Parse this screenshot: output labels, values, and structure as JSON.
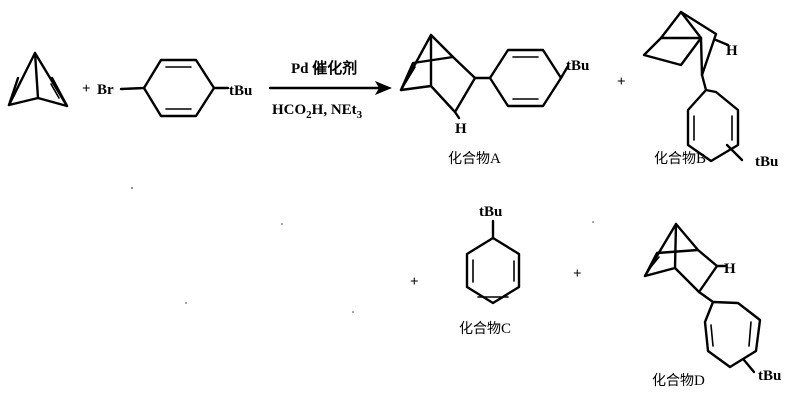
{
  "reactants": {
    "plus": "+",
    "bromide": {
      "br_label": "Br",
      "tbu_label": "tBu"
    }
  },
  "conditions": {
    "catalyst": "Pd 催化剂",
    "reagents_main": "HCO",
    "reagents_sub1": "2",
    "reagents_mid": "H, NEt",
    "reagents_sub2": "3"
  },
  "products": {
    "plus": "+",
    "tbu_label": "tBu",
    "h_label": "H",
    "compound_a": {
      "prefix": "化合物",
      "letter": "A"
    },
    "compound_b": {
      "prefix": "化合物",
      "letter": "B"
    },
    "compound_c": {
      "prefix": "化合物",
      "letter": "C"
    },
    "compound_d": {
      "prefix": "化合物",
      "letter": "D"
    }
  }
}
